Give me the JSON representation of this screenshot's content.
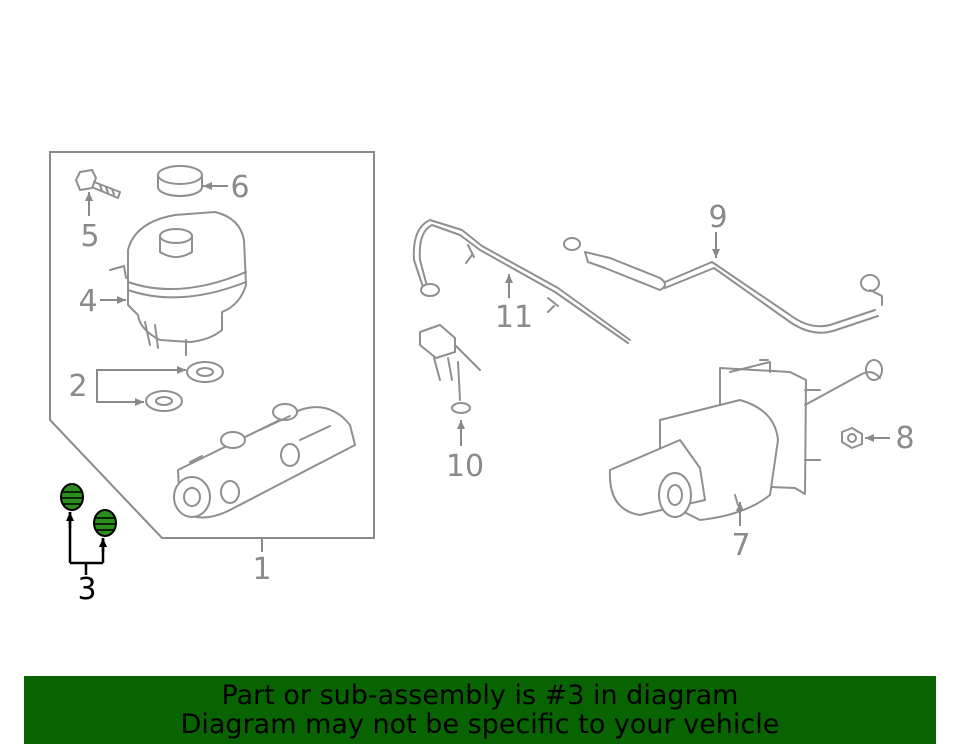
{
  "callouts": {
    "c1": "1",
    "c2": "2",
    "c3": "3",
    "c4": "4",
    "c5": "5",
    "c6": "6",
    "c7": "7",
    "c8": "8",
    "c9": "9",
    "c10": "10",
    "c11": "11"
  },
  "highlight": {
    "part_number": "3",
    "color": "#2d8c1e"
  },
  "banner": {
    "line1": "Part or sub-assembly is #3 in diagram",
    "line2": "Diagram may not be specific to your vehicle",
    "background": "#076400"
  }
}
